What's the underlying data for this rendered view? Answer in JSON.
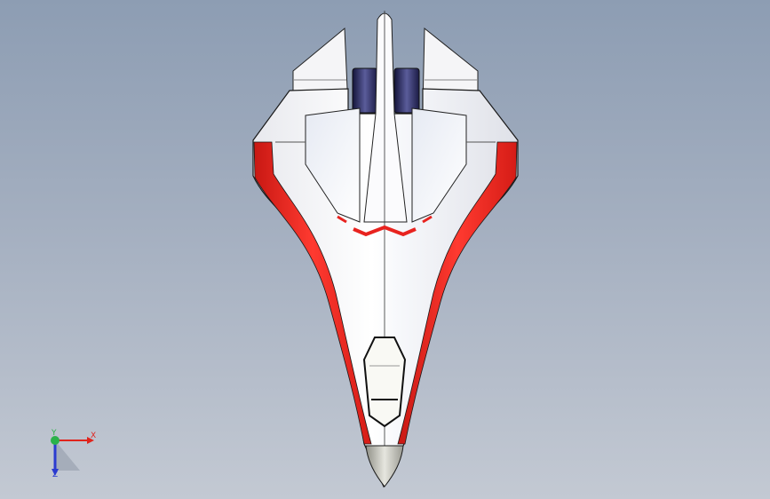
{
  "viewport": {
    "background_top": "#8d9db3",
    "background_bottom": "#c3c9d3"
  },
  "model": {
    "name_icon": "spaceship-model-icon",
    "colors": {
      "body": "#f4f4f6",
      "accent": "#e8231f",
      "engine": "#2a2b5e",
      "nose": "#b5b5ae",
      "outline": "#1a1a1a"
    }
  },
  "triad": {
    "x_label": "X",
    "y_label": "Y",
    "z_label": "Z",
    "x_color": "#e0241d",
    "y_color": "#2ab24a",
    "z_color": "#2b3bd0"
  }
}
